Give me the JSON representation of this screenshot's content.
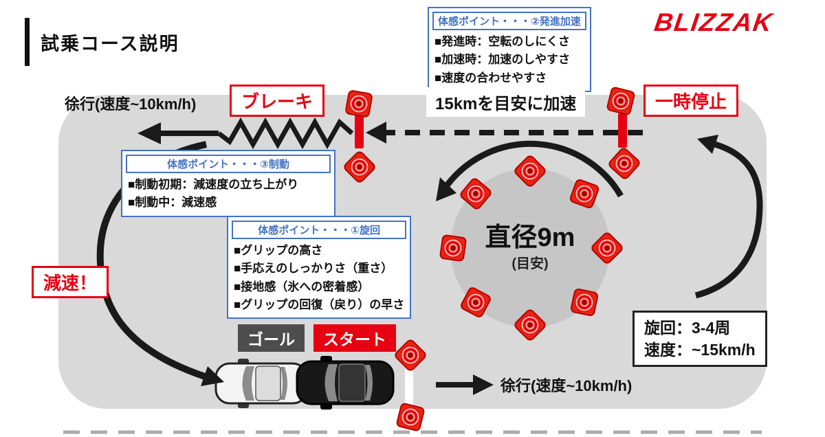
{
  "title": "試乗コース説明",
  "logo": "BLIZZAK",
  "points": {
    "accel": {
      "header": "体感ポイント・・・②発進加速",
      "items": [
        "■発進時：空転のしにくさ",
        "■加速時：加速のしやすさ",
        "■速度の合わせやすさ"
      ]
    },
    "braking": {
      "header": "体感ポイント・・・③制動",
      "items": [
        "■制動初期：減速度の立ち上がり",
        "■制動中：減速感"
      ]
    },
    "turning": {
      "header": "体感ポイント・・・①旋回",
      "items": [
        "■グリップの高さ",
        "■手応えのしっかりさ（重さ）",
        "■接地感（氷への密着感）",
        "■グリップの回復（戻り）の早さ"
      ]
    }
  },
  "labels": {
    "slow_top": "徐行(速度~10km/h)",
    "brake": "ブレーキ",
    "accelerate": "15kmを目安に加速",
    "stop": "一時停止",
    "decelerate": "減速！",
    "goal": "ゴール",
    "start": "スタート",
    "slow_bottom": "徐行(速度~10km/h)"
  },
  "circle": {
    "diameter": "直径9m",
    "note": "(目安)"
  },
  "turn_spec": {
    "line1": "旋回：3-4周",
    "line2": "速度：~15km/h"
  },
  "colors": {
    "accent_red": "#e60012",
    "info_blue": "#4472c4",
    "course_gray": "#d9d9d9",
    "circle_gray": "#c6c6c6",
    "line_black": "#1a1a1a"
  }
}
